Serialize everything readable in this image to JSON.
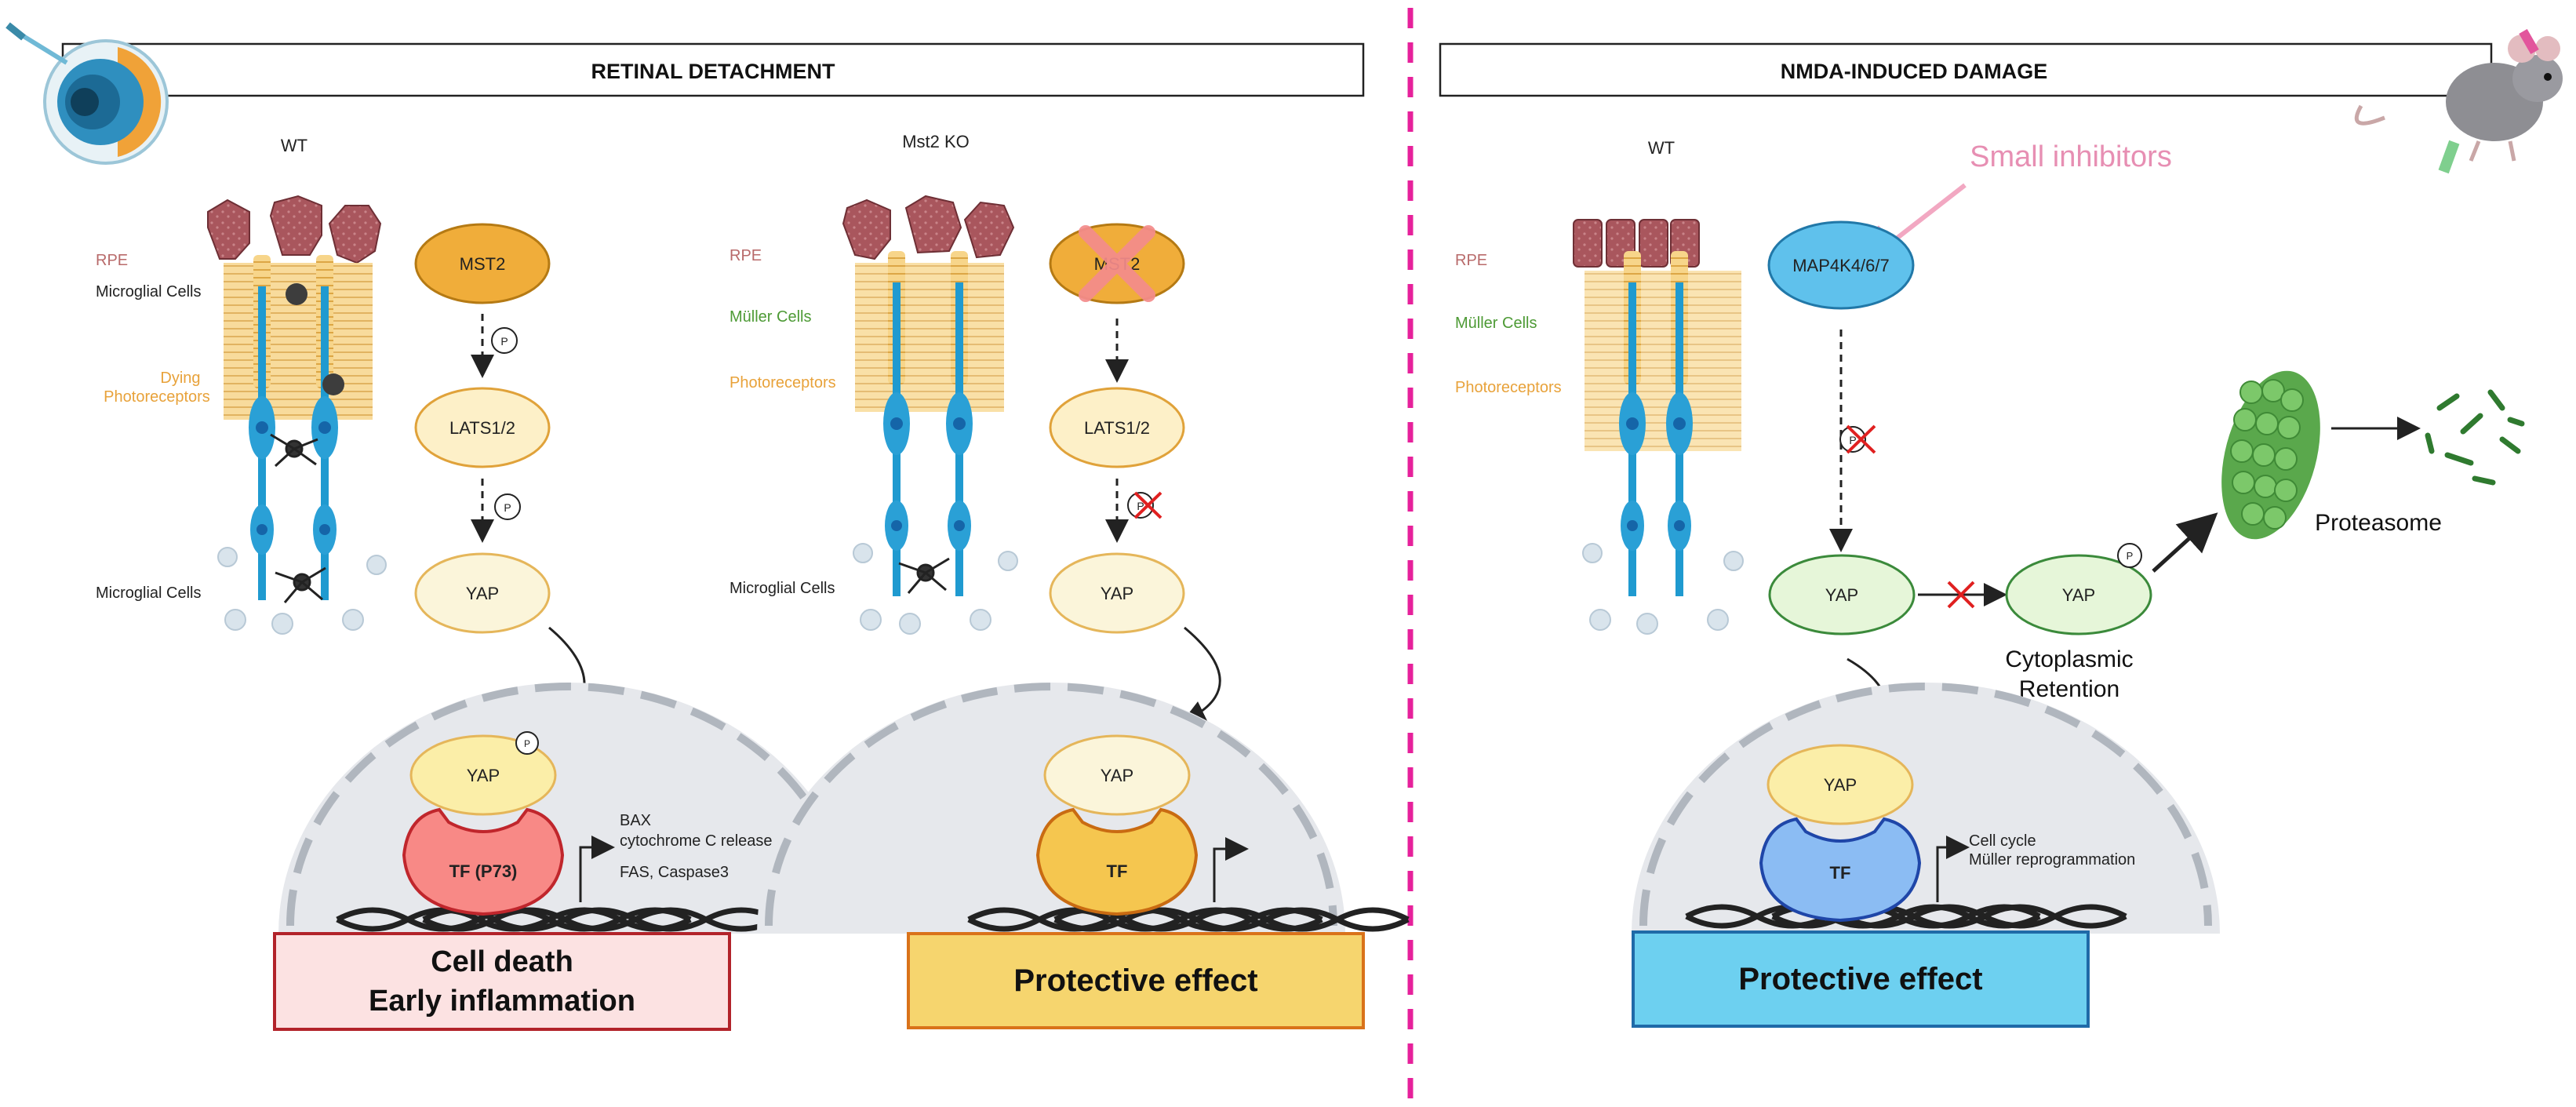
{
  "left_panel": {
    "title": "RETINAL DETACHMENT",
    "wt": {
      "label": "WT",
      "retina_labels": [
        "RPE",
        "Microglial Cells",
        "Dying",
        "Photoreceptors",
        "Microglial Cells"
      ],
      "pathway": [
        "MST2",
        "LATS1/2",
        "YAP"
      ],
      "phospho": "P",
      "nucleus_yap": "YAP",
      "tf": "TF (P73)",
      "targets": [
        "BAX",
        "cytochrome C release",
        "FAS, Caspase3"
      ],
      "outcome": [
        "Cell death",
        "Early inflammation"
      ]
    },
    "ko": {
      "label": "Mst2 KO",
      "retina_labels": [
        "RPE",
        "Müller Cells",
        "Photoreceptors",
        "Microglial Cells"
      ],
      "pathway": [
        "MST2",
        "LATS1/2",
        "YAP"
      ],
      "phospho": "P",
      "nucleus_yap": "YAP",
      "tf": "TF",
      "outcome": "Protective effect"
    }
  },
  "right_panel": {
    "title": "NMDA-INDUCED DAMAGE",
    "wt_label": "WT",
    "retina_labels": [
      "RPE",
      "Müller Cells",
      "Photoreceptors"
    ],
    "inhibitor": "Small inhibitors",
    "kinase": "MAP4K4/6/7",
    "phospho": "P",
    "yap": "YAP",
    "yap_cyto": "YAP",
    "retention": [
      "Cytoplasmic",
      "Retention"
    ],
    "proteasome": "Proteasome",
    "nucleus_yap": "YAP",
    "tf": "TF",
    "targets": [
      "Cell cycle",
      "Müller reprogrammation"
    ],
    "outcome": "Protective effect"
  },
  "colors": {
    "divider": "#e6219b",
    "mst2": "#f0ad3a",
    "lats": "#fdf0c8",
    "yap_pale": "#fbf5da",
    "yap_nuc": "#fbeea8",
    "tf_red": "#f88986",
    "tf_gold": "#f5c64f",
    "tf_blue": "#8bbcf3",
    "kinase_blue": "#5fc1ec",
    "yap_green": "#e6f6d9",
    "death_box": "#fce2e2",
    "protect_gold": "#f6d56e",
    "protect_blue": "#6dd0f0",
    "rpe": "#a9565d",
    "muller_blue": "#2aa0d6",
    "photoreceptor": "#f2c86c",
    "proteasome_green": "#5aa84c",
    "label_red": "#b86a6a",
    "label_green": "#4d9a35",
    "label_orange": "#e8a23a",
    "inhibitor_pink": "#e78fb3"
  }
}
